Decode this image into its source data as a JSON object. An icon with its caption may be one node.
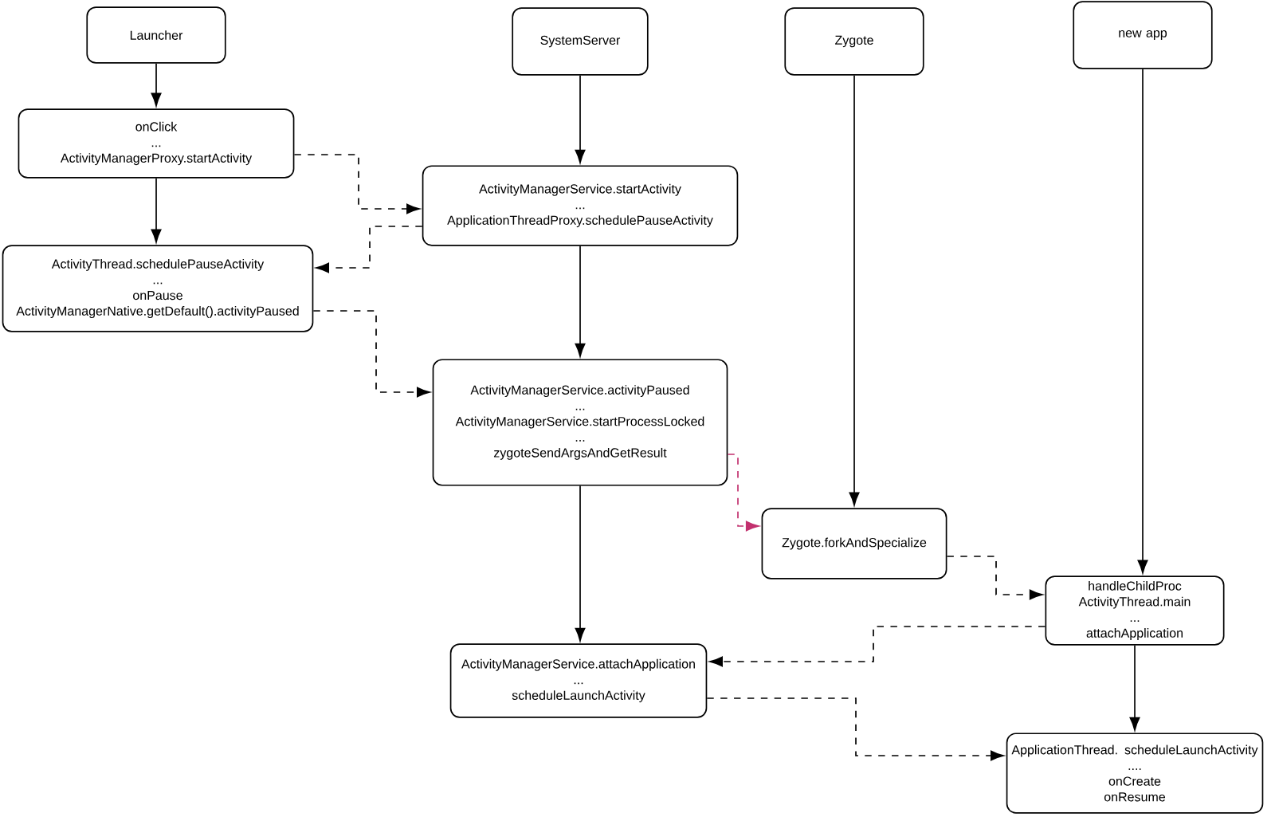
{
  "diagram": {
    "nodes": [
      {
        "text": [
          "Launcher"
        ]
      },
      {
        "text": [
          "SystemServer"
        ]
      },
      {
        "text": [
          "Zygote"
        ]
      },
      {
        "text": [
          "new app"
        ]
      },
      {
        "text": [
          "onClick",
          "...",
          "ActivityManagerProxy.startActivity"
        ]
      },
      {
        "text": [
          "ActivityManagerService.startActivity",
          "...",
          "ApplicationThreadProxy.schedulePauseActivity"
        ]
      },
      {
        "text": [
          "ActivityThread.schedulePauseActivity",
          "...",
          "onPause",
          "ActivityManagerNative.getDefault().activityPaused"
        ]
      },
      {
        "text": [
          "ActivityManagerService.activityPaused",
          "...",
          "ActivityManagerService.startProcessLocked",
          "...",
          "zygoteSendArgsAndGetResult"
        ]
      },
      {
        "text": [
          "Zygote.forkAndSpecialize"
        ]
      },
      {
        "text": [
          "handleChildProc",
          "ActivityThread.main",
          "...",
          "attachApplication"
        ]
      },
      {
        "text": [
          "ActivityManagerService.attachApplication",
          "...",
          "scheduleLaunchActivity"
        ]
      },
      {
        "text": [
          "ApplicationThread. scheduleLaunchActivity",
          "....",
          "onCreate",
          "onResume"
        ]
      }
    ],
    "edges": [
      {
        "from": 0,
        "to": 4,
        "arrow": "to"
      },
      {
        "from": 4,
        "to": 6,
        "arrow": "to"
      },
      {
        "from": 1,
        "to": 5,
        "arrow": "to"
      },
      {
        "from": 5,
        "to": 7,
        "arrow": "to"
      },
      {
        "from": 7,
        "to": 10,
        "arrow": "to"
      },
      {
        "from": 2,
        "to": 8,
        "arrow": "to"
      },
      {
        "from": 3,
        "to": 9,
        "arrow": "to"
      },
      {
        "from": 9,
        "to": 11,
        "arrow": "to"
      },
      {
        "from": 4,
        "to": 5,
        "arrow": "to",
        "style": "dashed"
      },
      {
        "from": 5,
        "to": 6,
        "arrow": "to",
        "style": "dashed"
      },
      {
        "from": 6,
        "to": 7,
        "arrow": "to",
        "style": "dashed"
      },
      {
        "from": 7,
        "to": 8,
        "arrow": "to",
        "style": "dashed",
        "color": "#c2306e"
      },
      {
        "from": 8,
        "to": 9,
        "arrow": "to",
        "style": "dashed"
      },
      {
        "from": 9,
        "to": 10,
        "arrow": "to",
        "style": "dashed"
      },
      {
        "from": 10,
        "to": 11,
        "arrow": "to",
        "style": "dashed"
      }
    ]
  }
}
